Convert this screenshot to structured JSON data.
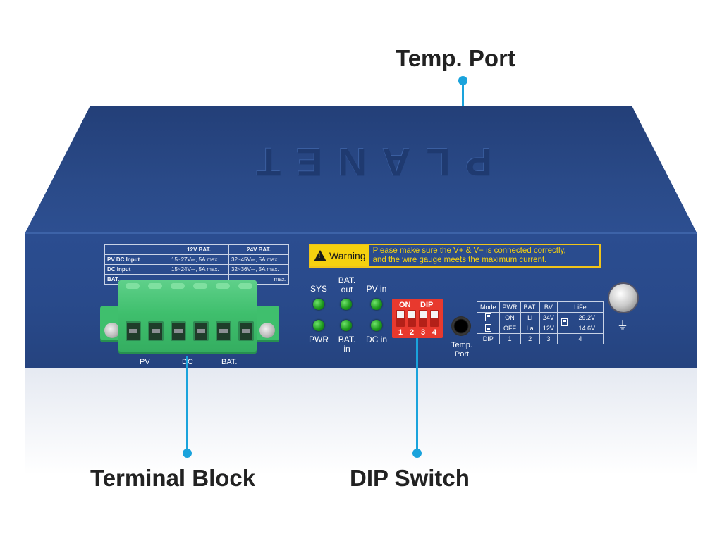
{
  "callouts": {
    "temp_port": "Temp. Port",
    "terminal_block": "Terminal Block",
    "dip_switch": "DIP Switch"
  },
  "device": {
    "brand": "PLANET",
    "spec_table": {
      "headers": [
        "",
        "12V BAT.",
        "24V BAT."
      ],
      "rows": [
        [
          "PV DC Input",
          "15~27V⎓, 5A max.",
          "32~45V⎓, 5A max."
        ],
        [
          "DC Input",
          "15~24V⎓, 5A max.",
          "32~36V⎓, 5A max."
        ],
        [
          "BAT.",
          "",
          "max."
        ]
      ]
    },
    "warning": {
      "tag": "Warning",
      "line1": "Please make sure the V+ & V− is connected correctly,",
      "line2": "and the wire gauge meets the maximum current."
    },
    "leds": {
      "sys": "SYS",
      "bat_out_1": "BAT.",
      "bat_out_2": "out",
      "pv_in": "PV in",
      "pwr": "PWR",
      "bat_in_1": "BAT.",
      "bat_in_2": "in",
      "dc_in": "DC in"
    },
    "terminal_labels": {
      "pv": "PV",
      "dc": "DC",
      "bat": "BAT."
    },
    "dip": {
      "on": "ON",
      "dip": "DIP",
      "numbers": [
        "1",
        "2",
        "3",
        "4"
      ]
    },
    "port_label_1": "Temp.",
    "port_label_2": "Port",
    "mode_table": {
      "header": [
        "Mode",
        "PWR",
        "BAT.",
        "BV",
        "LiFe"
      ],
      "row_on": [
        "ON",
        "Li",
        "24V",
        "29.2V"
      ],
      "row_off": [
        "OFF",
        "La",
        "12V",
        "14.6V"
      ],
      "row_dip": [
        "DIP",
        "1",
        "2",
        "3",
        "4"
      ]
    },
    "ground_symbol": "⏚"
  },
  "colors": {
    "callout_accent": "#1aa3dc",
    "device_blue": "#294a8b",
    "terminal_green": "#3fbf6d",
    "dip_red": "#e8392e",
    "warning_yellow": "#f5d10f"
  }
}
